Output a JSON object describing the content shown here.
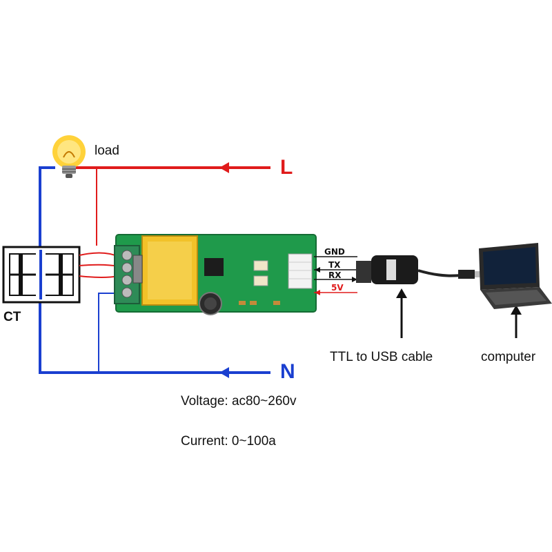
{
  "labels": {
    "load": "load",
    "line": "L",
    "neutral": "N",
    "ct": "CT",
    "ttl_cable": "TTL to USB cable",
    "computer": "computer",
    "voltage": "Voltage: ac80~260v",
    "current": "Current: 0~100a"
  },
  "pins": [
    "GND",
    "TX",
    "RX",
    "5V"
  ],
  "colors": {
    "line_wire": "#e01b1b",
    "neutral_wire": "#1a3fd0",
    "pcb": "#1f9a4b",
    "transformer": "#f2c229",
    "terminal_block": "#2e8b57"
  },
  "icons": {
    "load": "lightbulb-icon",
    "ct": "current-transformer-icon",
    "module": "pzem-module-icon",
    "cable": "usb-ttl-cable-icon",
    "computer": "laptop-icon"
  }
}
